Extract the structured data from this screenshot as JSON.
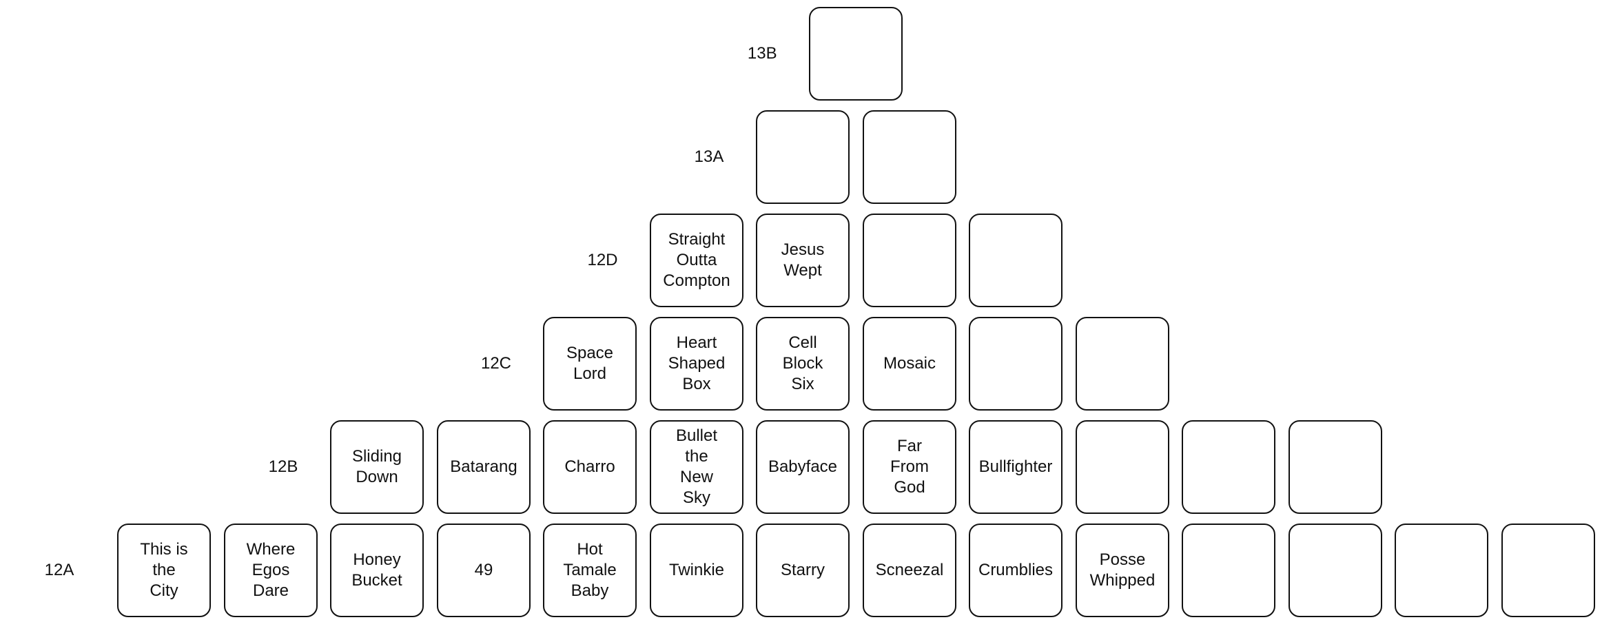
{
  "pyramid": {
    "rows": [
      {
        "grade": "12A",
        "tiles": [
          {
            "label": "This is\nthe\nCity"
          },
          {
            "label": "Where\nEgos\nDare"
          },
          {
            "label": "Honey\nBucket"
          },
          {
            "label": "49"
          },
          {
            "label": "Hot\nTamale\nBaby"
          },
          {
            "label": "Twinkie"
          },
          {
            "label": "Starry"
          },
          {
            "label": "Scneezal"
          },
          {
            "label": "Crumblies"
          },
          {
            "label": "Posse\nWhipped"
          },
          {
            "label": ""
          },
          {
            "label": ""
          },
          {
            "label": ""
          },
          {
            "label": ""
          }
        ]
      },
      {
        "grade": "12B",
        "tiles": [
          {
            "label": "Sliding\nDown"
          },
          {
            "label": "Batarang"
          },
          {
            "label": "Charro"
          },
          {
            "label": "Bullet\nthe\nNew\nSky"
          },
          {
            "label": "Babyface"
          },
          {
            "label": "Far\nFrom\nGod"
          },
          {
            "label": "Bullfighter"
          },
          {
            "label": ""
          },
          {
            "label": ""
          },
          {
            "label": ""
          }
        ]
      },
      {
        "grade": "12C",
        "tiles": [
          {
            "label": "Space\nLord"
          },
          {
            "label": "Heart\nShaped\nBox"
          },
          {
            "label": "Cell\nBlock\nSix"
          },
          {
            "label": "Mosaic"
          },
          {
            "label": ""
          },
          {
            "label": ""
          }
        ]
      },
      {
        "grade": "12D",
        "tiles": [
          {
            "label": "Straight\nOutta\nCompton"
          },
          {
            "label": "Jesus\nWept"
          },
          {
            "label": ""
          },
          {
            "label": ""
          }
        ]
      },
      {
        "grade": "13A",
        "tiles": [
          {
            "label": ""
          },
          {
            "label": ""
          }
        ]
      },
      {
        "grade": "13B",
        "tiles": [
          {
            "label": ""
          }
        ]
      }
    ]
  }
}
